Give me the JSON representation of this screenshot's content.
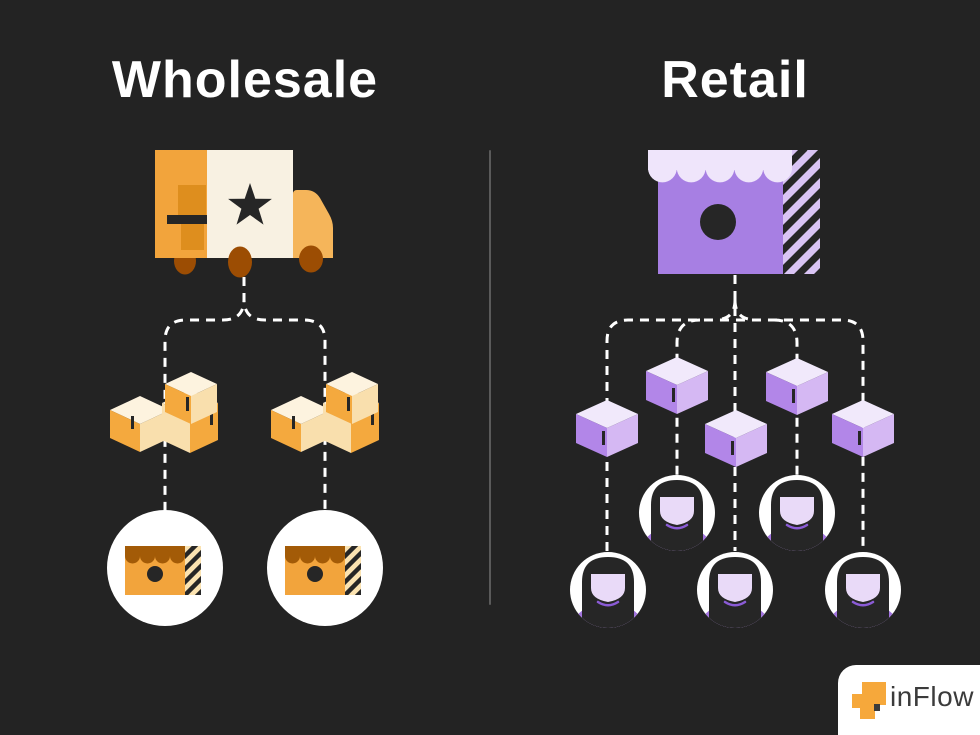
{
  "page": {
    "background_color": "#232323",
    "divider_color": "#5A5A5A",
    "connector_color": "#FFFFFF",
    "connector_style": "dashed"
  },
  "wholesale": {
    "title": "Wholesale",
    "palette": {
      "primary_orange": "#F2A43C",
      "cab_orange": "#F5B55A",
      "tan": "#F9DFAD",
      "cream": "#F8F1E2",
      "cream_top": "#FDF3DF",
      "wheel_brown": "#9C4D03",
      "awning_brown": "#A35B07",
      "box_dark_orange": "#DE8E1E",
      "detail_black": "#262626"
    },
    "flow": {
      "source": "delivery-truck",
      "middle_nodes": [
        "box-stack",
        "box-stack"
      ],
      "end_nodes": [
        "storefront-circle",
        "storefront-circle"
      ]
    }
  },
  "retail": {
    "title": "Retail",
    "palette": {
      "primary_purple": "#A77FE3",
      "cube_purple": "#B286E8",
      "cube_light": "#D5B8F3",
      "cube_top": "#F1E9FB",
      "awning_lavender": "#EFE5FB",
      "stripe_bg": "#D9C4F4",
      "avatar_body": "#A274DE",
      "avatar_face": "#E9DAF8",
      "detail_black": "#262626"
    },
    "flow": {
      "source": "storefront",
      "middle_nodes": [
        "box",
        "box",
        "box",
        "box",
        "box"
      ],
      "end_nodes": [
        "customer",
        "customer",
        "customer",
        "customer",
        "customer"
      ]
    }
  },
  "branding": {
    "logo_text": "inFlow",
    "card_color": "#FFFFFF",
    "icon_color": "#F6A83B",
    "text_color": "#3B3B3B"
  }
}
